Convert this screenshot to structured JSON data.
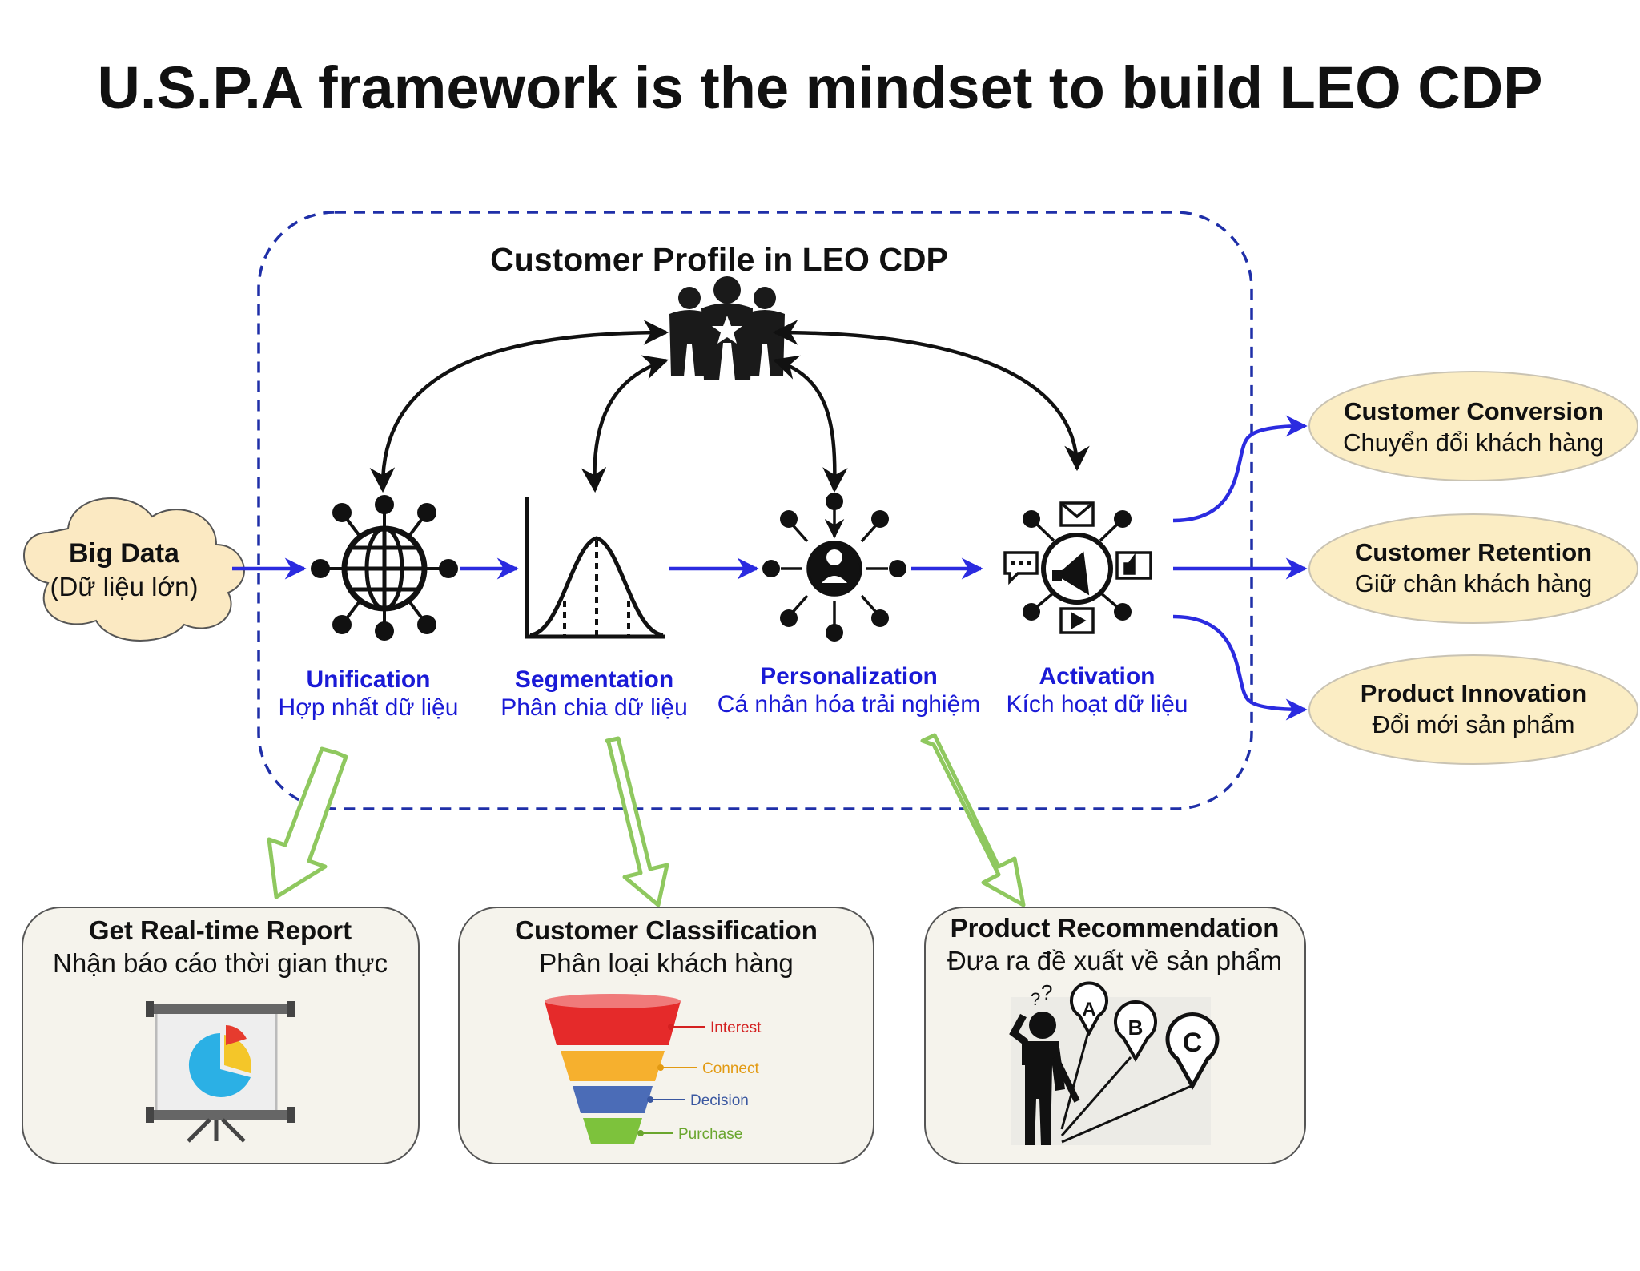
{
  "title": "U.S.P.A framework is the mindset to build LEO CDP",
  "profile": {
    "label": "Customer Profile in LEO CDP"
  },
  "source": {
    "line1": "Big Data",
    "line2": "(Dữ liệu lớn)"
  },
  "stages": [
    {
      "id": "unification",
      "title": "Unification",
      "subtitle": "Hợp nhất dữ liệu",
      "icon": "globe-network-icon"
    },
    {
      "id": "segmentation",
      "title": "Segmentation",
      "subtitle": "Phân chia dữ liệu",
      "icon": "bell-curve-icon"
    },
    {
      "id": "personalization",
      "title": "Personalization",
      "subtitle": "Cá nhân hóa trải nghiệm",
      "icon": "person-network-icon"
    },
    {
      "id": "activation",
      "title": "Activation",
      "subtitle": "Kích hoạt dữ liệu",
      "icon": "megaphone-network-icon"
    }
  ],
  "outcomes": [
    {
      "title": "Customer Conversion",
      "subtitle": "Chuyển đổi khách hàng"
    },
    {
      "title": "Customer Retention",
      "subtitle": "Giữ chân khách hàng"
    },
    {
      "title": "Product Innovation",
      "subtitle": "Đổi mới sản phẩm"
    }
  ],
  "deliverables": [
    {
      "title": "Get Real-time Report",
      "subtitle": "Nhận báo cáo thời gian thực",
      "icon": "presentation-board-icon"
    },
    {
      "title": "Customer Classification",
      "subtitle": "Phân loại khách hàng",
      "icon": "funnel-icon",
      "funnel": [
        "Interest",
        "Connect",
        "Decision",
        "Purchase"
      ]
    },
    {
      "title": "Product Recommendation",
      "subtitle": "Đưa ra đề xuất về sản phẩm",
      "icon": "thinking-person-icon",
      "choices": [
        "A",
        "B",
        "C"
      ],
      "question": "?",
      "question2": "?"
    }
  ],
  "colors": {
    "stage_text": "#1a1ad6",
    "flow_arrow": "#2b2be0",
    "outcome_fill": "#fbedc4",
    "cloud_fill": "#fbe9c2",
    "box_fill": "#f5f3ec",
    "green_arrow": "#8fc85f",
    "funnel": [
      "#e52a2a",
      "#f6b02e",
      "#4b6cb7",
      "#7dc23c"
    ],
    "funnel_label": [
      "#d42020",
      "#e29a13",
      "#3a57a0",
      "#6aa62e"
    ]
  }
}
